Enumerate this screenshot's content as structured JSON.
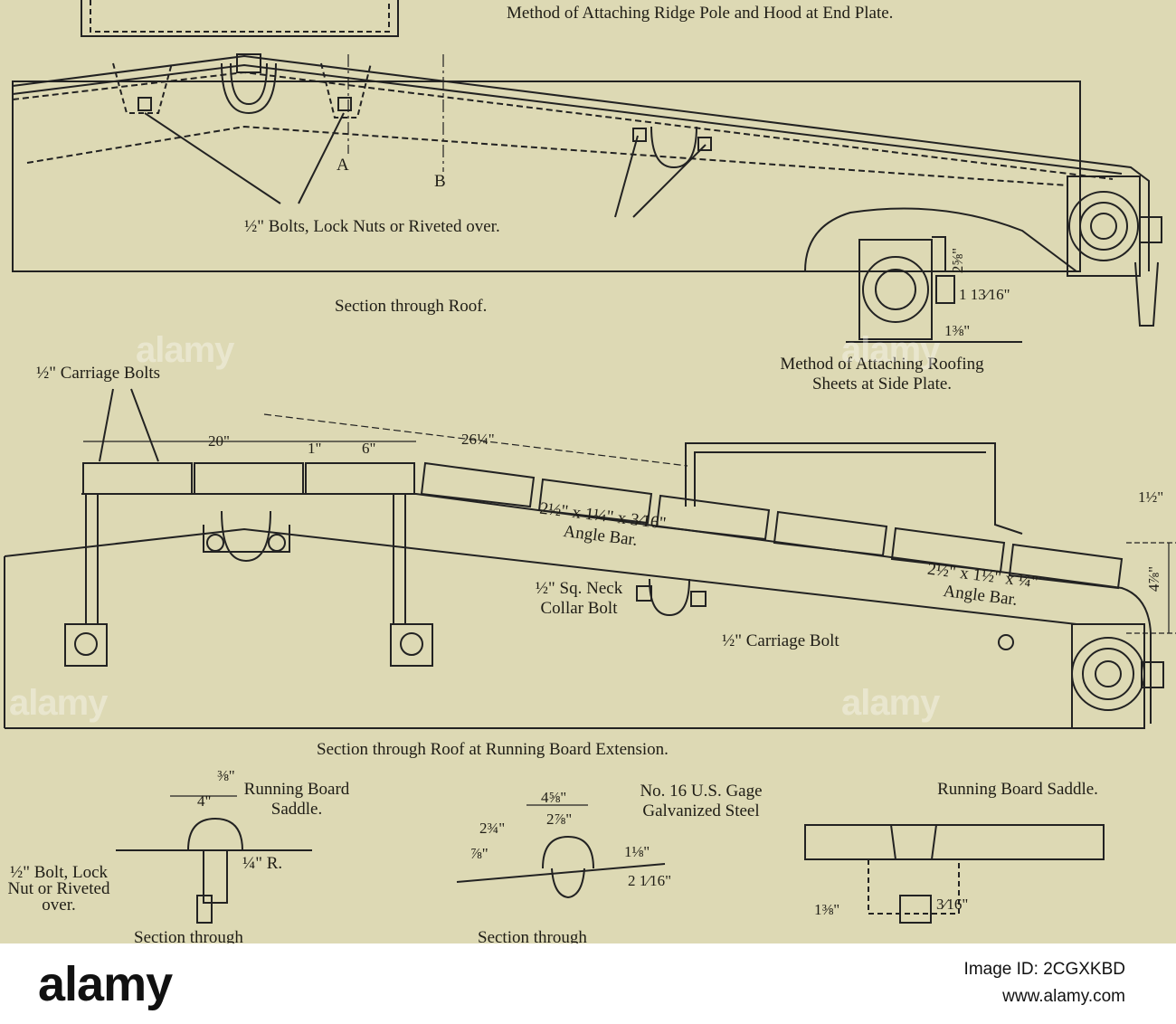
{
  "captions": {
    "top_right": "Method of Attaching Ridge Pole and Hood at End Plate.",
    "section_roof": "Section through Roof.",
    "side_plate": "Method of Attaching Roofing Sheets at Side Plate.",
    "running_board_ext": "Section through Roof at Running Board Extension.",
    "section_through_1": "Section through",
    "section_through_2": "Section through"
  },
  "labels": {
    "bolts_lock": "½\" Bolts, Lock Nuts or Riveted over.",
    "carriage_bolts": "½\" Carriage Bolts",
    "angle_bar_1": "2½\" x 1¼\" x 3⁄16\" Angle Bar.",
    "angle_bar_2": "2½\" x 1½\" x ¼\" Angle Bar.",
    "sq_neck": "½\" Sq. Neck Collar Bolt",
    "carriage_bolt": "½\" Carriage Bolt",
    "running_board_saddle_1": "Running Board Saddle.",
    "running_board_saddle_2": "Running Board Saddle.",
    "bolt_lock_nut": "½\" Bolt, Lock Nut or Riveted over.",
    "gage": "No. 16 U.S. Gage Galvanized Steel",
    "radius": "¼\" R.",
    "A": "A",
    "B": "B"
  },
  "dimensions": {
    "d20": "20\"",
    "d26": "26¼\"",
    "d1": "1\"",
    "d6": "6\"",
    "d1_5": "1½\"",
    "d4_7_8": "4⅞\"",
    "d2_5_8": "2⅝\"",
    "d1_13_16": "1 13⁄16\"",
    "d1_3_8a": "1⅜\"",
    "d4": "4\"",
    "d3_8": "⅜\"",
    "d4_5_8": "4⅝\"",
    "d2_7_8": "2⅞\"",
    "d2_3_4": "2¾\"",
    "d7_8": "⅞\"",
    "d1_1_8": "1⅛\"",
    "d2_1_16": "2 1⁄16\"",
    "d1_3_8b": "1⅜\"",
    "d3_16": "3⁄16\""
  },
  "footer": {
    "logo": "alamy",
    "image_id_label": "Image ID: 2CGXKBD",
    "url": "www.alamy.com"
  },
  "watermark": "alamy"
}
